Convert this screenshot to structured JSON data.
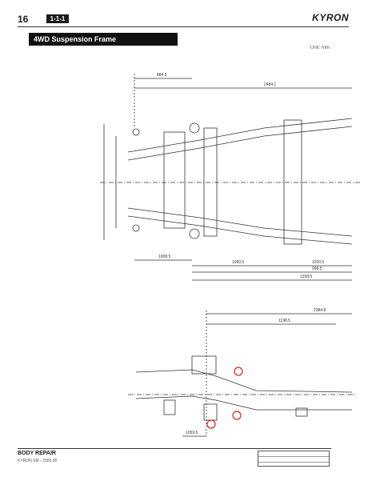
{
  "header": {
    "page_number": "16",
    "section_tab": "1-1-1",
    "brand": "KYRON"
  },
  "title": "4WD Suspension Frame",
  "unit": "Unit: mm",
  "dimensions_top": [
    "884.5",
    "2484.1",
    "1008.5",
    "1060.5",
    "1200.5",
    "998.5",
    "1208.5"
  ],
  "dimensions_side": [
    "2384.8",
    "1198.5",
    "1059.5"
  ],
  "callout_color": "#e02020",
  "footer": {
    "main": "BODY REPAIR",
    "sub": "KYRON SM - 2005.08",
    "box_rows": [
      "",
      "",
      ""
    ]
  }
}
